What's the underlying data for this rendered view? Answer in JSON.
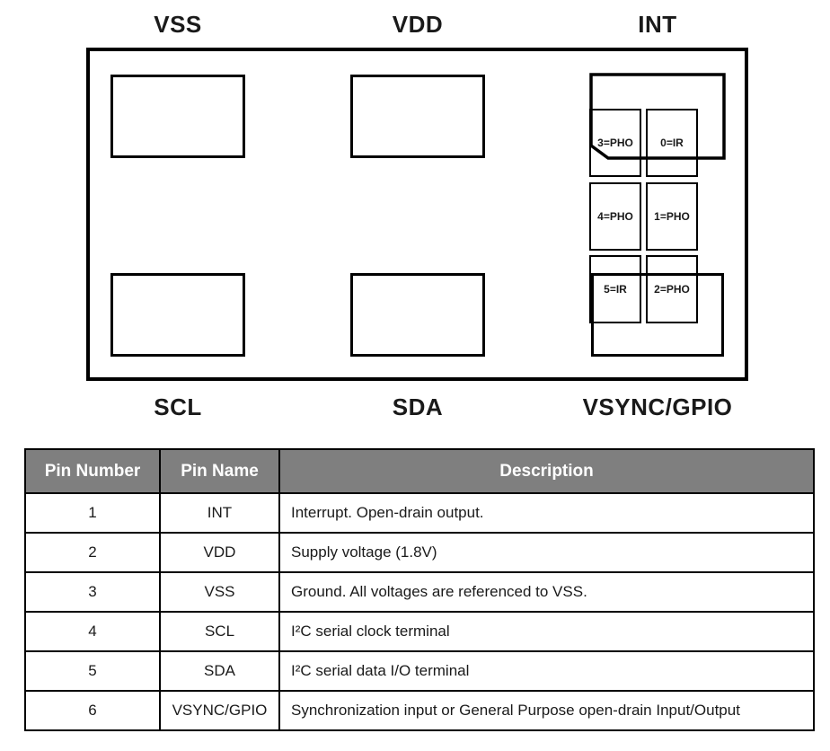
{
  "diagram": {
    "top_labels": [
      {
        "label": "VSS"
      },
      {
        "label": "VDD"
      },
      {
        "label": "INT"
      }
    ],
    "bottom_labels": [
      {
        "label": "SCL"
      },
      {
        "label": "SDA"
      },
      {
        "label": "VSYNC/GPIO"
      }
    ],
    "cells": [
      {
        "label": "3=PHO"
      },
      {
        "label": "0=IR"
      },
      {
        "label": "4=PHO"
      },
      {
        "label": "1=PHO"
      },
      {
        "label": "5=IR"
      },
      {
        "label": "2=PHO"
      }
    ]
  },
  "table": {
    "headers": [
      "Pin Number",
      "Pin Name",
      "Description"
    ],
    "rows": [
      {
        "number": "1",
        "name": "INT",
        "description": "Interrupt. Open-drain output."
      },
      {
        "number": "2",
        "name": "VDD",
        "description": "Supply voltage (1.8V)"
      },
      {
        "number": "3",
        "name": "VSS",
        "description": "Ground. All voltages are referenced to VSS."
      },
      {
        "number": "4",
        "name": "SCL",
        "description": "I²C serial clock terminal"
      },
      {
        "number": "5",
        "name": "SDA",
        "description": "I²C serial data I/O terminal"
      },
      {
        "number": "6",
        "name": "VSYNC/GPIO",
        "description": "Synchronization input or General Purpose open-drain Input/Output"
      }
    ]
  },
  "colors": {
    "table_header_bg": "#7f7f7f",
    "table_header_text": "#ffffff",
    "line": "#000000"
  }
}
